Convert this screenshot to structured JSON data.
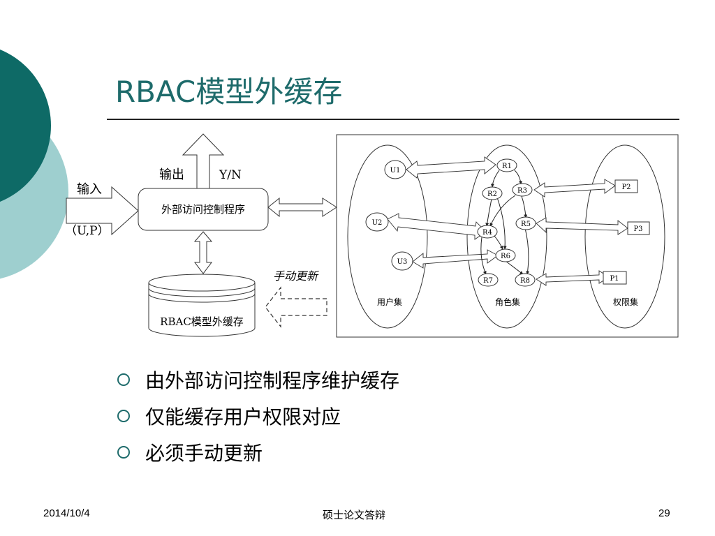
{
  "slide": {
    "title": "RBAC模型外缓存",
    "page_number": "29",
    "date": "2014/10/4",
    "footer_center": "硕士论文答辩"
  },
  "diagram": {
    "left": {
      "input_label": "输入",
      "input_value": "（U,P）",
      "output_label": "输出",
      "output_value": "Y/N",
      "program_label": "外部访问控制程序",
      "cache_label": "RBAC模型外缓存",
      "manual_update_label": "手动更新"
    },
    "right": {
      "user_set_label": "用户集",
      "role_set_label": "角色集",
      "permission_set_label": "权限集",
      "users": [
        "U1",
        "U2",
        "U3"
      ],
      "roles": [
        "R1",
        "R2",
        "R3",
        "R4",
        "R5",
        "R6",
        "R7",
        "R8"
      ],
      "permissions": [
        "P2",
        "P3",
        "P1"
      ]
    }
  },
  "bullets": [
    "由外部访问控制程序维护缓存",
    "仅能缓存用户权限对应",
    "必须手动更新"
  ],
  "colors": {
    "title": "#1e6b6b",
    "dark_teal": "#0e6a66",
    "light_teal": "#9ecfcf"
  }
}
